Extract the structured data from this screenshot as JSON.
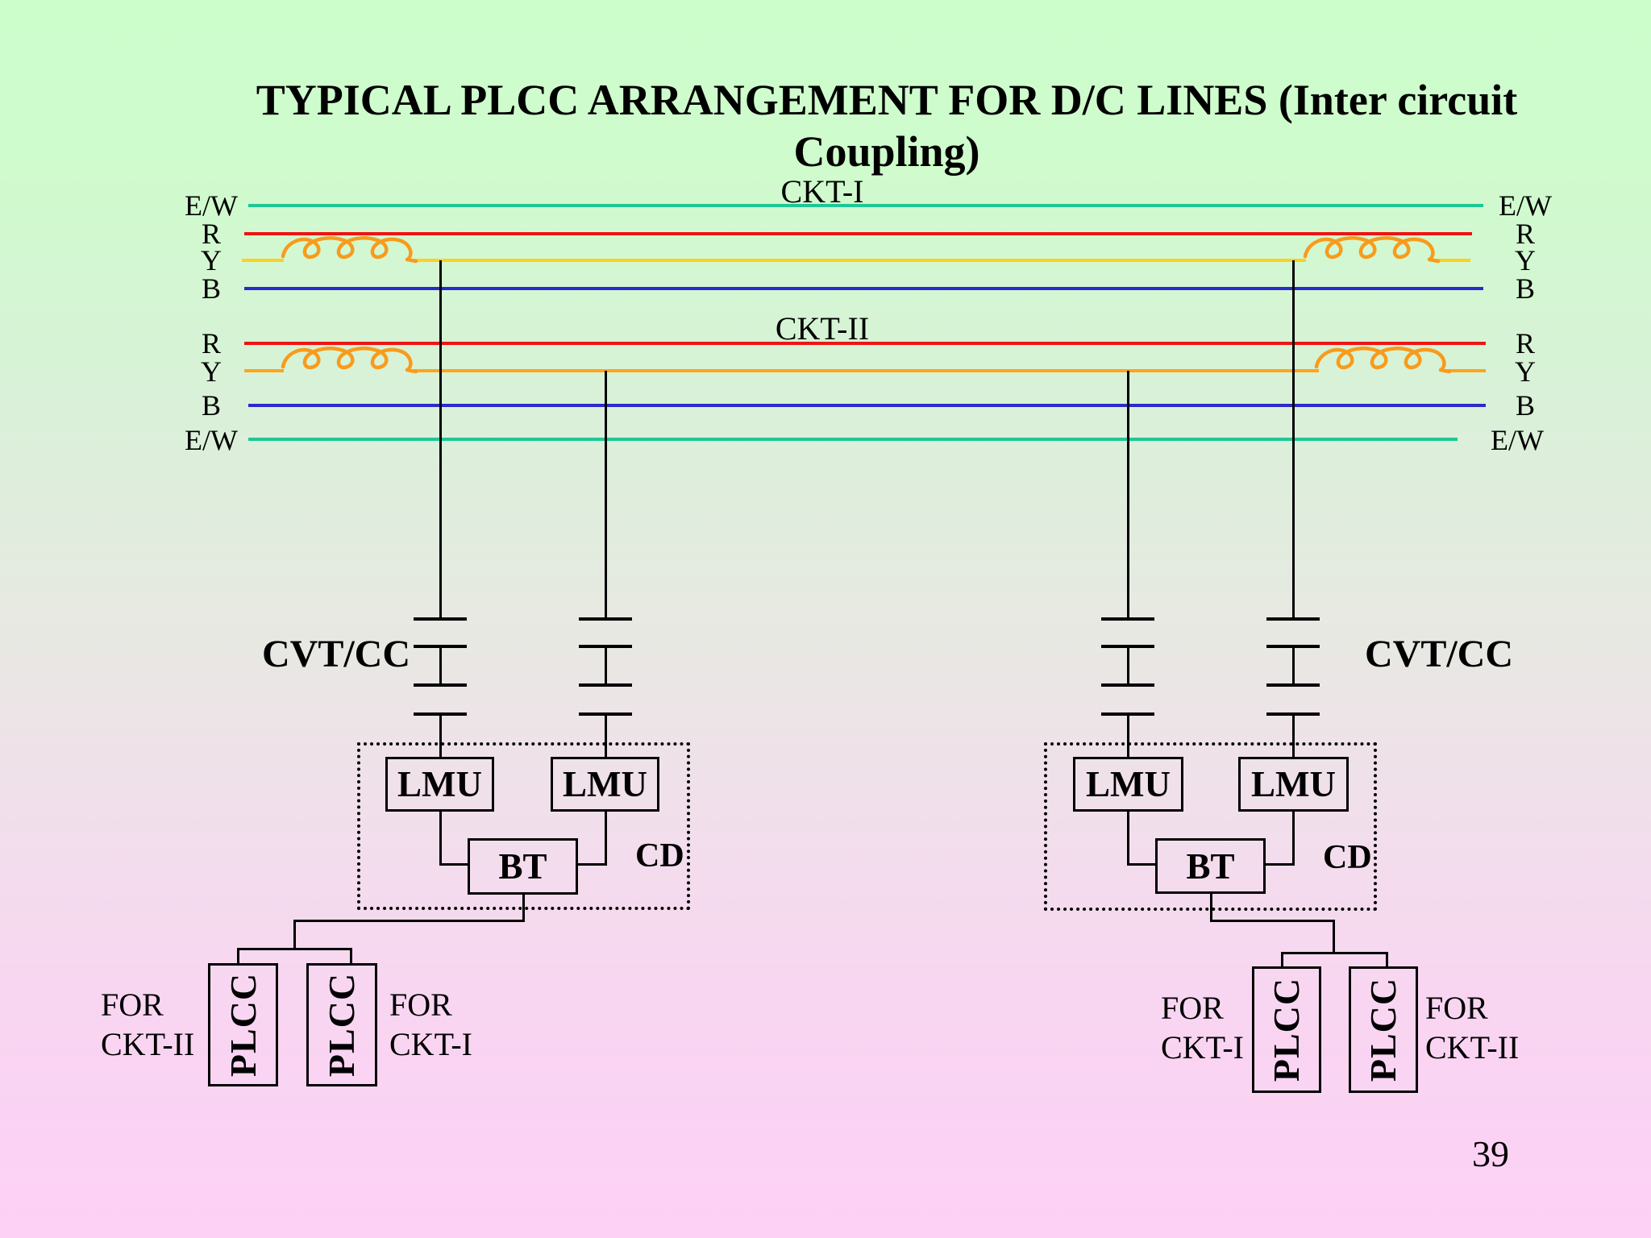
{
  "slide": {
    "title_line1": "TYPICAL PLCC ARRANGEMENT FOR D/C LINES (Inter circuit",
    "title_line2": "Coupling)",
    "page_number": "39"
  },
  "transmission_lines": {
    "ckt1_label": "CKT-I",
    "ckt2_label": "CKT-II",
    "left_labels": [
      "E/W",
      "R",
      "Y",
      "B",
      "R",
      "Y",
      "B",
      "E/W"
    ],
    "right_labels": [
      "E/W",
      "R",
      "Y",
      "B",
      "R",
      "Y",
      "B",
      "E/W"
    ]
  },
  "colors": {
    "earth_wire": "#1ec795",
    "phase_r": "#ee1414",
    "phase_y_ckt1": "#fdd11e",
    "phase_y_ckt2": "#ffa41b",
    "phase_b": "#2a2acc",
    "line_trap_coil": "#f89b1c",
    "diagram_lines": "#000000",
    "background_top": "#ccfecb",
    "background_bottom": "#fdd0f6"
  },
  "stations": {
    "left": {
      "cvt_label": "CVT/CC",
      "lmu1_label": "LMU",
      "lmu2_label": "LMU",
      "bt_label": "BT",
      "cd_label": "CD",
      "plcc1_label": "PLCC",
      "plcc2_label": "PLCC",
      "plcc1_for_line1": "FOR",
      "plcc1_for_line2": "CKT-II",
      "plcc2_for_line1": "FOR",
      "plcc2_for_line2": "CKT-I"
    },
    "right": {
      "cvt_label": "CVT/CC",
      "lmu1_label": "LMU",
      "lmu2_label": "LMU",
      "bt_label": "BT",
      "cd_label": "CD",
      "plcc1_label": "PLCC",
      "plcc2_label": "PLCC",
      "plcc1_for_line1": "FOR",
      "plcc1_for_line2": "CKT-I",
      "plcc2_for_line1": "FOR",
      "plcc2_for_line2": "CKT-II"
    }
  }
}
